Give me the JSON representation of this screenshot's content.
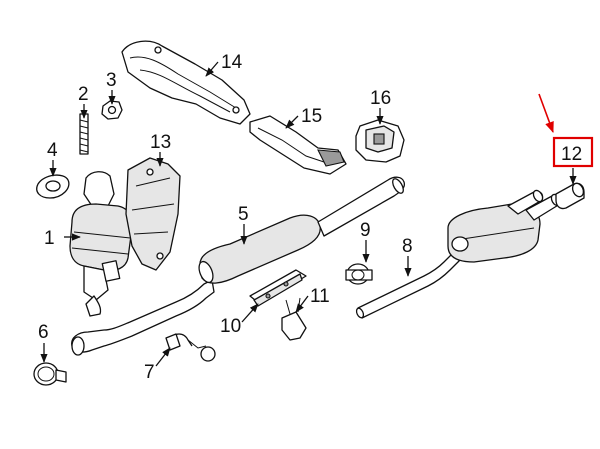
{
  "callouts": {
    "c1": "1",
    "c2": "2",
    "c3": "3",
    "c4": "4",
    "c5": "5",
    "c6": "6",
    "c7": "7",
    "c8": "8",
    "c9": "9",
    "c10": "10",
    "c11": "11",
    "c12": "12",
    "c13": "13",
    "c14": "14",
    "c15": "15",
    "c16": "16"
  },
  "colors": {
    "line": "#111111",
    "highlight": "#e00000",
    "background": "#ffffff"
  }
}
